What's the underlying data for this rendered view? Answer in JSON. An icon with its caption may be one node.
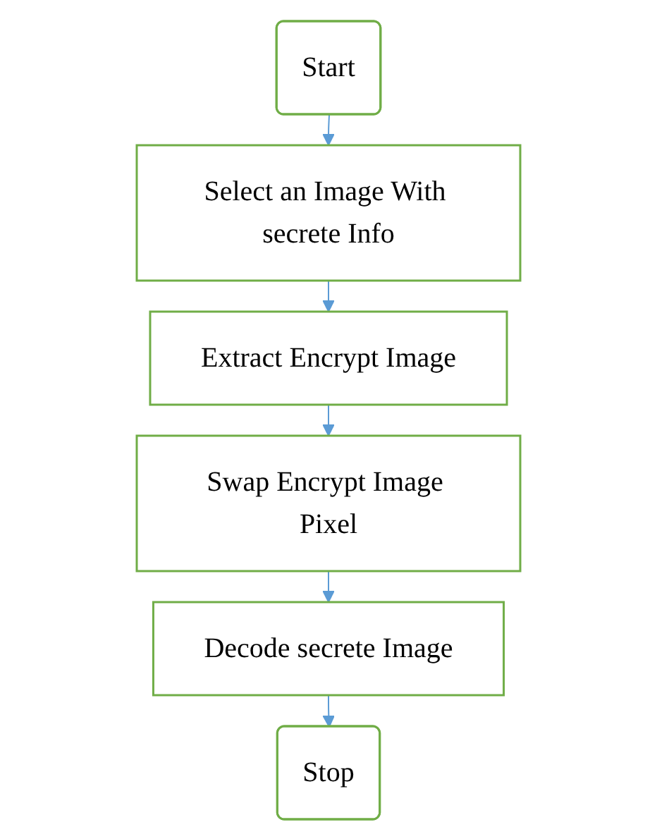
{
  "diagram": {
    "nodes": [
      {
        "text": [
          "Start"
        ]
      },
      {
        "text": [
          "Select an Image With secrete Info"
        ]
      },
      {
        "text": [
          "Extract Encrypt Image"
        ]
      },
      {
        "text": [
          "Swap Encrypt Image Pixel"
        ]
      },
      {
        "text": [
          "Decode secrete Image"
        ]
      },
      {
        "text": [
          "Stop"
        ]
      }
    ],
    "edges": [
      {
        "from": 0,
        "to": 1,
        "arrow": "to"
      },
      {
        "from": 1,
        "to": 2,
        "arrow": "to"
      },
      {
        "from": 2,
        "to": 3,
        "arrow": "to"
      },
      {
        "from": 3,
        "to": 4,
        "arrow": "to"
      },
      {
        "from": 4,
        "to": 5,
        "arrow": "to"
      }
    ]
  }
}
